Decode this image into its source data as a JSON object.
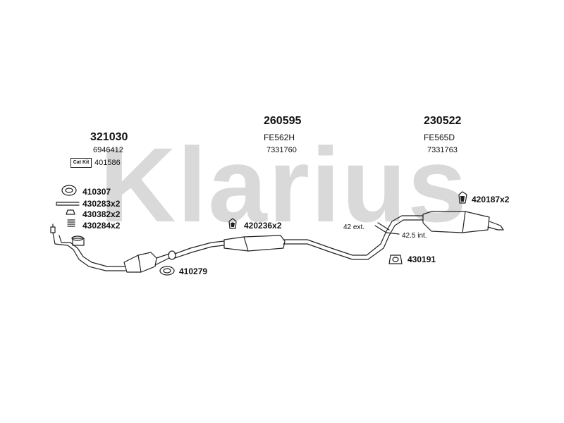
{
  "watermark": "Klarius",
  "front_section": {
    "part_number": "321030",
    "oe_ref": "6946412",
    "cat_kit_label": "Cat Kit",
    "cat_kit_part": "401586",
    "fittings": [
      "410307",
      "430283x2",
      "430382x2",
      "430284x2",
      "410279"
    ]
  },
  "middle_section": {
    "part_number": "260595",
    "code": "FE562H",
    "oe_ref": "7331760",
    "mount": "420236x2"
  },
  "rear_section": {
    "part_number": "230522",
    "code": "FE565D",
    "oe_ref": "7331763",
    "mount": "420187x2",
    "clamp": "430191",
    "ext_note": "42 ext.",
    "int_note": "42.5 int."
  }
}
